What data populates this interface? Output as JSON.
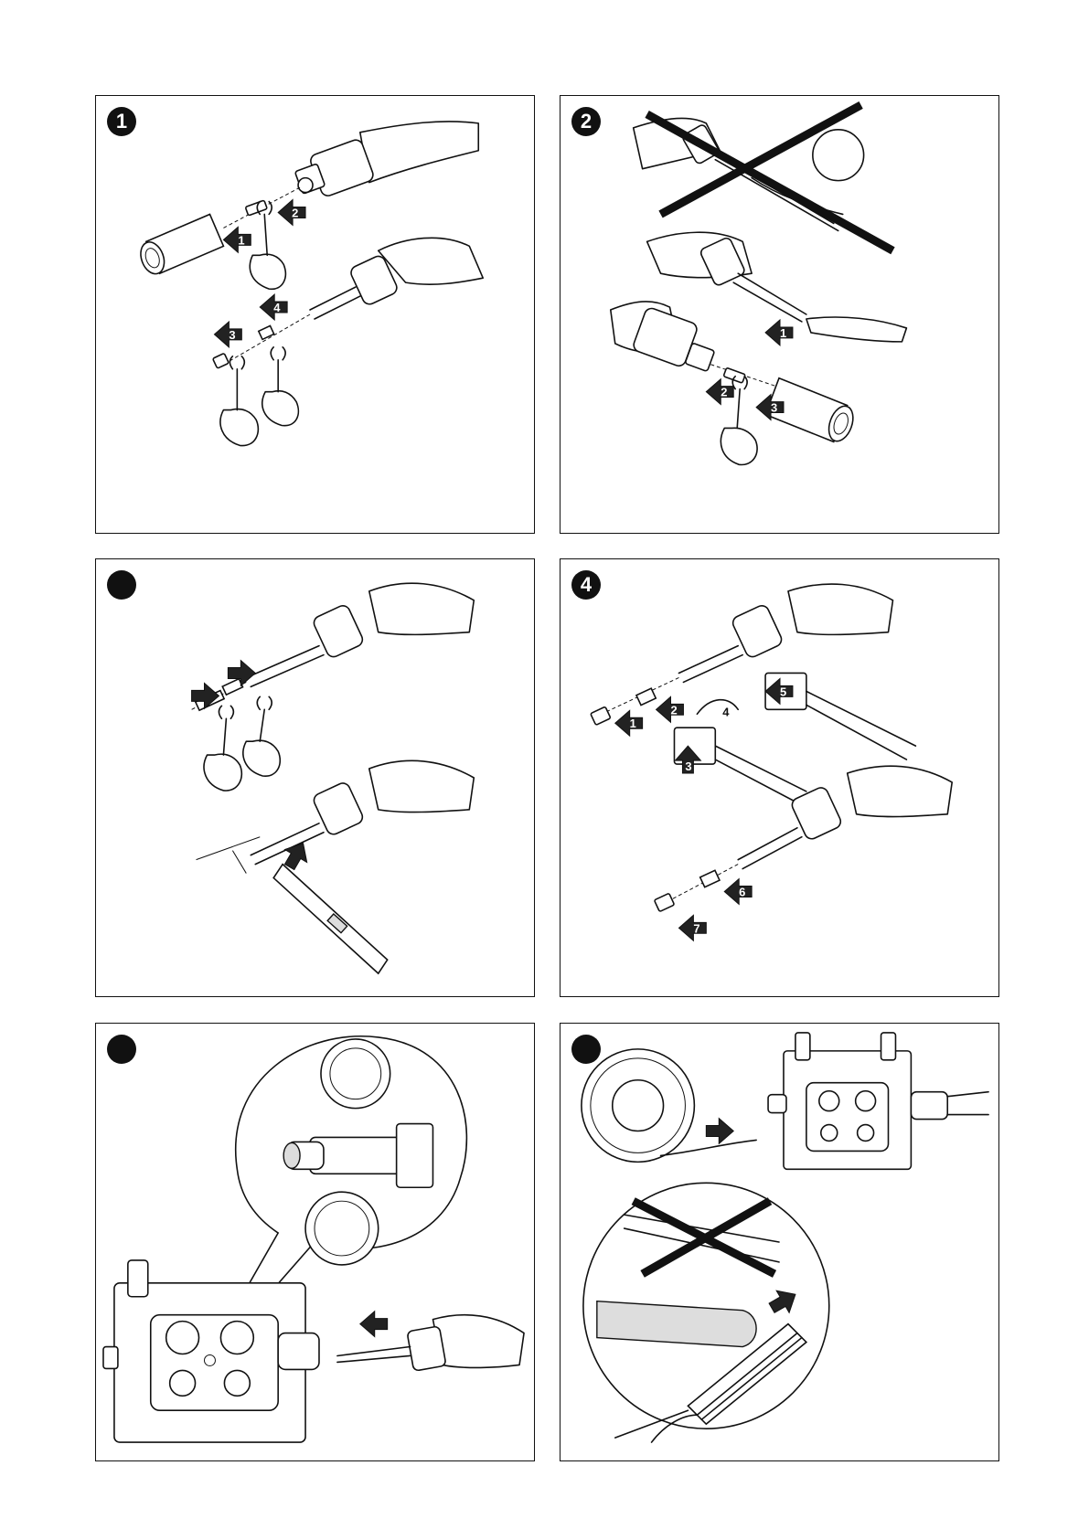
{
  "panels": [
    {
      "id": "p1",
      "badge": "1",
      "steps": [
        "1",
        "2",
        "3",
        "4"
      ]
    },
    {
      "id": "p2",
      "badge": "2",
      "steps": [
        "1",
        "2",
        "3"
      ]
    },
    {
      "id": "p3",
      "badge": "",
      "steps": []
    },
    {
      "id": "p4",
      "badge": "4",
      "steps": [
        "1",
        "2",
        "3",
        "4",
        "5",
        "6",
        "7"
      ]
    },
    {
      "id": "p5",
      "badge": "",
      "steps": []
    },
    {
      "id": "p6",
      "badge": "",
      "steps": []
    }
  ],
  "icons": [
    "wrench-icon",
    "hand-icon",
    "arrow-icon",
    "cross-icon",
    "file-tool-icon",
    "wire-spool-icon",
    "wire-feeder-icon",
    "torch-icon",
    "cutter-icon"
  ]
}
